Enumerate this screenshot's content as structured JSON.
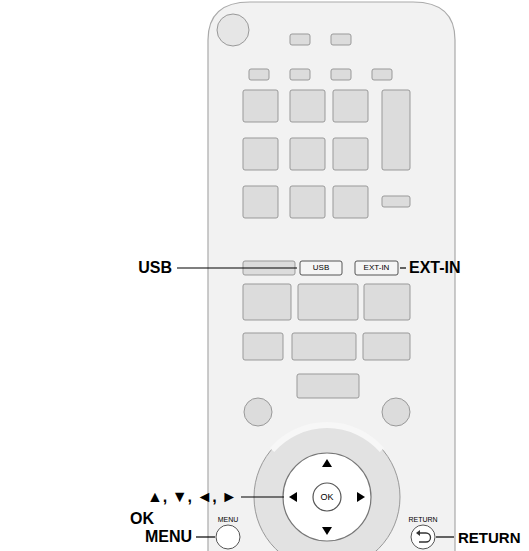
{
  "diagram": {
    "labels": [
      "USB",
      "USB",
      "EXT-IN",
      "EXT-IN",
      "▲, ▼, ◄, ►",
      "OK",
      "OK",
      "MENU",
      "MENU",
      "RETURN",
      "RETURN"
    ]
  }
}
